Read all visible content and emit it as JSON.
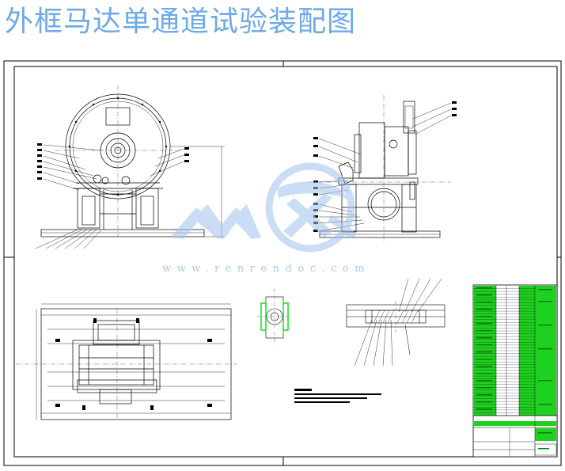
{
  "title": "外框马达单通道试验装配图",
  "watermark": {
    "url": "www.renrendoc.com",
    "color": "#9fc3ec"
  },
  "colors": {
    "title": "#6ea9e9",
    "line": "#000000",
    "highlight": "#00e000",
    "table_fill": "#1fd11f"
  },
  "title_block": {
    "rows": 46
  }
}
